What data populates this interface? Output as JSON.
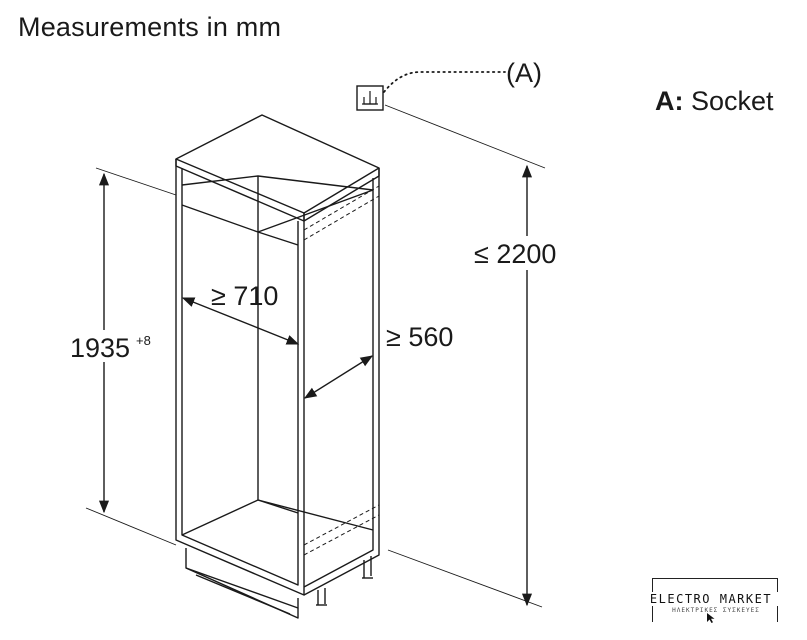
{
  "title": "Measurements in mm",
  "callout_label": "(A)",
  "legend": {
    "key": "A:",
    "text": "Socket"
  },
  "dimensions": {
    "cabinet_height": "1935",
    "cabinet_height_tolerance": "+8",
    "cabinet_depth": "≥ 710",
    "cabinet_width": "≥ 560",
    "max_height": "≤ 2200"
  },
  "logo": {
    "name": "ELECTRO MARKET",
    "tagline": "ΗΛΕΚΤΡΙΚΕΣ ΣΥΣΚΕΥΕΣ"
  },
  "icons": [
    "socket-icon",
    "cursor-icon"
  ],
  "colors": {
    "line": "#1a1a1a",
    "background": "#ffffff"
  }
}
